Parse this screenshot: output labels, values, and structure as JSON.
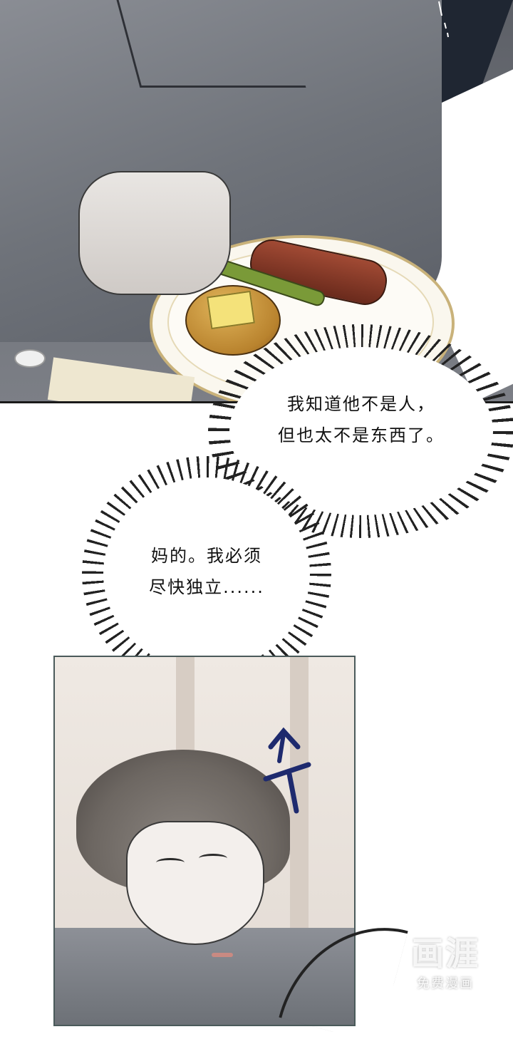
{
  "speech_bubbles": {
    "bubble_1": {
      "line_1": "我知道他不是人，",
      "line_2": "但也太不是东西了。"
    },
    "bubble_2": {
      "line_1": "妈的。我必须",
      "line_2": "尽快独立......"
    }
  },
  "watermark": {
    "logo": "画涯",
    "subtitle": "免费漫画"
  },
  "colors": {
    "ink": "#111111",
    "plate_rim": "#c9b27a",
    "sfx_blue": "#1e2a6e",
    "panel_border": "#4a5a5a"
  }
}
